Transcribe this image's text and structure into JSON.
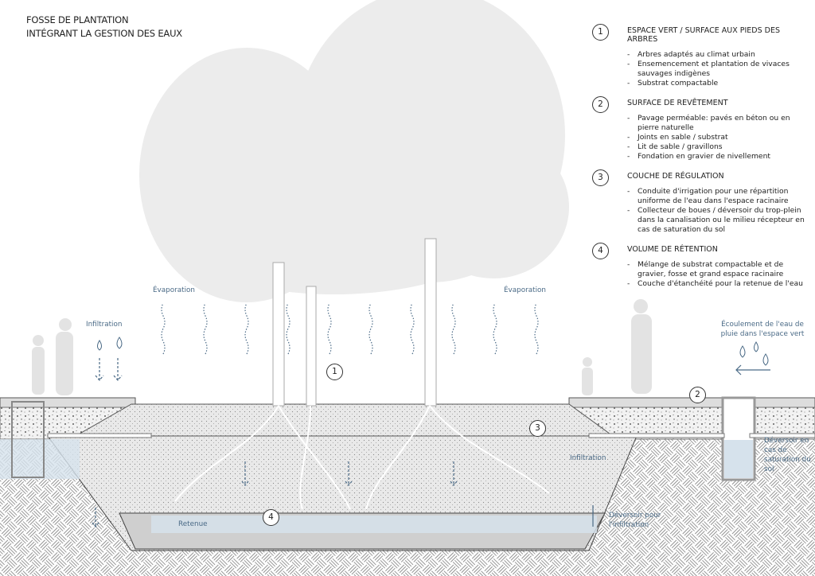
{
  "title": {
    "line1": "FOSSE DE PLANTATION",
    "line2": "INTÉGRANT LA GESTION DES EAUX"
  },
  "legend": [
    {
      "num": "1",
      "title": "ESPACE VERT / SURFACE AUX PIEDS DES ARBRES",
      "items": [
        "Arbres adaptés au climat urbain",
        "Ensemencement et plantation de vivaces sauvages indigènes",
        "Substrat compactable"
      ]
    },
    {
      "num": "2",
      "title": "SURFACE DE REVÊTEMENT",
      "items": [
        "Pavage perméable: pavés en béton ou en pierre naturelle",
        "Joints en sable / substrat",
        "Lit de sable / gravillons",
        "Fondation en gravier de nivellement"
      ]
    },
    {
      "num": "3",
      "title": "COUCHE DE RÉGULATION",
      "items": [
        "Conduite d'irrigation pour une répartition uniforme de l'eau dans l'espace racinaire",
        "Collecteur de boues / déversoir du trop-plein dans la canalisation ou le milieu récepteur en cas de saturation du sol"
      ]
    },
    {
      "num": "4",
      "title": "VOLUME DE RÉTENTION",
      "items": [
        "Mélange de substrat compactable et de gravier, fosse et grand espace racinaire",
        "Couche d'étanchéité pour la retenue de l'eau"
      ]
    }
  ],
  "labels": {
    "evaporation_left": "Évaporation",
    "evaporation_right": "Évaporation",
    "infiltration_top": "Infiltration",
    "runoff": "Écoulement de l'eau de pluie dans l'espace vert",
    "overflow_saturation": "Déversoir en cas de saturation du sol",
    "infiltration_right": "Infiltration",
    "overflow_infiltration": "Déversoir pour l'infiltration",
    "retention": "Retenue"
  },
  "markers": {
    "m1": "1",
    "m2": "2",
    "m3": "3",
    "m4": "4"
  },
  "colors": {
    "water": "#d6e2ec",
    "accent": "#4a6a86",
    "tree": "#ededed"
  }
}
